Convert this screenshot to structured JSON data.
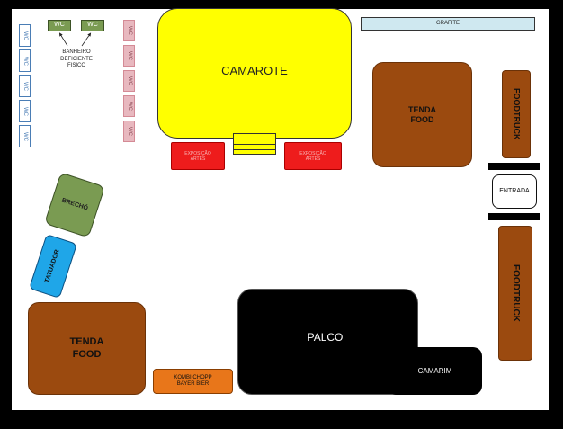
{
  "labels": {
    "wc": "WC",
    "grafite": "GRAFITE",
    "banheiro": [
      "BANHEIRO",
      "DEFICIENTE",
      "FISICO"
    ],
    "camarote": "CAMAROTE",
    "exposicao": [
      "EXPOSIÇÃO",
      "ARTES"
    ],
    "tenda_food": [
      "TENDA",
      "FOOD"
    ],
    "food_truck": [
      "FOOD",
      "TRUCK"
    ],
    "entrada": "ENTRADA",
    "brecho": "BRECHÓ",
    "tatuador": "TATUADOR",
    "palco": "PALCO",
    "camarim": "CAMARIM",
    "kombi": [
      "KOMBI CHOPP",
      "BAYER BIER"
    ]
  },
  "colors": {
    "camarote": "#ffff00",
    "brown": "#9b4a0f",
    "red": "#ee1c1c",
    "green": "#7a9b52",
    "blue": "#1fa6e8",
    "orange": "#e8761a",
    "grafite": "#cfe8f0"
  }
}
